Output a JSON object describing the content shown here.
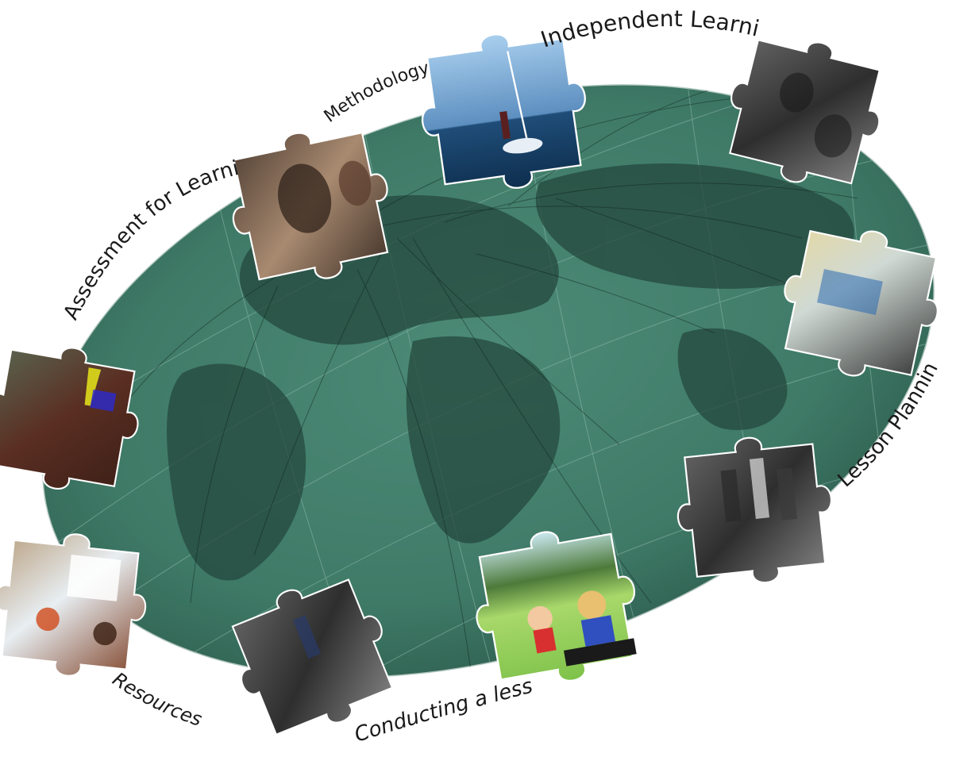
{
  "diagram": {
    "colors": {
      "globe_fill": "#3f7a67",
      "globe_dark": "#24483d",
      "grid_line": "#8fb8aa",
      "route_line": "#0e201a",
      "text": "#1a1a1a",
      "background": "#ffffff"
    },
    "topics": [
      {
        "id": "assessment",
        "label": "Assessment for Learning",
        "image": "students-classroom-photo"
      },
      {
        "id": "methodology",
        "label": "Methodology",
        "image": "girls-at-desk-photo"
      },
      {
        "id": "independent",
        "label": "Independent Learning",
        "image": "windsurfer-photo"
      },
      {
        "id": "independent-photo",
        "label": "",
        "image": "group-work-photo"
      },
      {
        "id": "lesson-planning",
        "label": "Lesson Planning",
        "image": "whiteboard-photo"
      },
      {
        "id": "lesson-planning-photo",
        "label": "",
        "image": "pupils-standing-photo"
      },
      {
        "id": "conducting",
        "label": "Conducting a lesson",
        "image": "cartoon-story-illustration"
      },
      {
        "id": "conducting-photo",
        "label": "",
        "image": "teacher-hallway-photo"
      },
      {
        "id": "resources",
        "label": "Resources",
        "image": "projector-classroom-photo"
      },
      {
        "id": "resources-photo",
        "label": "",
        "image": "classroom-3d-render"
      }
    ]
  }
}
